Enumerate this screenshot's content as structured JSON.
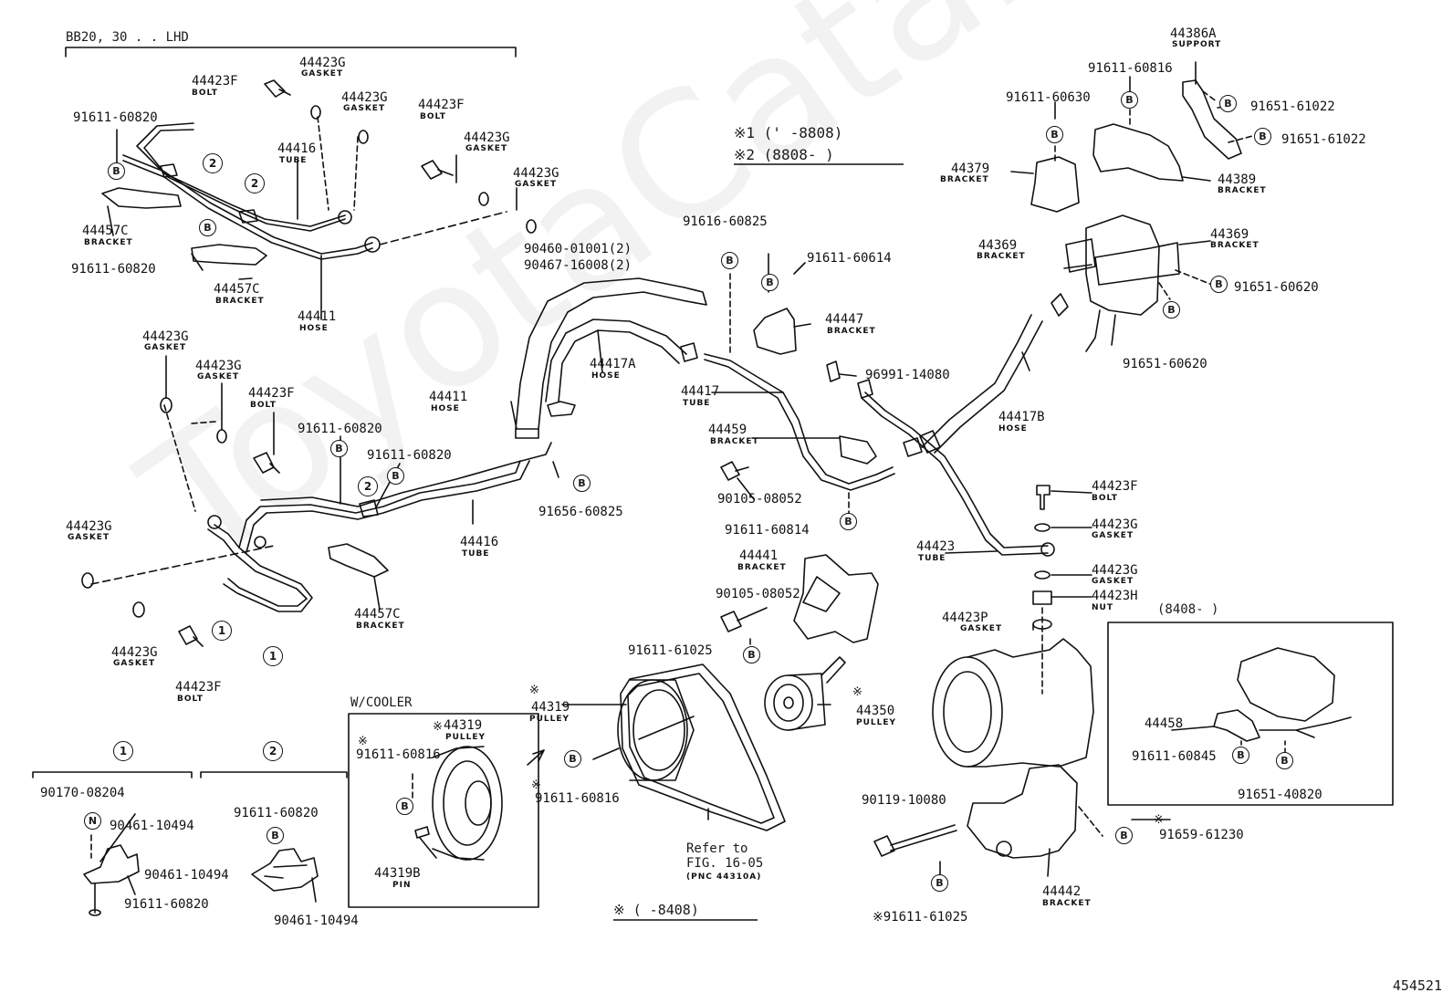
{
  "header": {
    "model_code": "BB20, 30 . . LHD",
    "note1": "※1 (' -8808)",
    "note2": "※2 (8808- )",
    "note3": "※ ( -8408)",
    "inset_title": "(8408- )",
    "cooler_title": "W/COOLER",
    "diagram_id": "454521",
    "refer_line1": "Refer to",
    "refer_line2": "FIG. 16-05",
    "refer_line3": "(PNC 44310A)"
  },
  "watermark": "ToyotaCatalog.ru",
  "labels": [
    {
      "id": "l1",
      "code": "44423F",
      "sub": "BOLT"
    },
    {
      "id": "l2",
      "code": "44423G",
      "sub": "GASKET"
    },
    {
      "id": "l3",
      "code": "44423G",
      "sub": "GASKET"
    },
    {
      "id": "l4",
      "code": "44423F",
      "sub": "BOLT"
    },
    {
      "id": "l5",
      "code": "44423G",
      "sub": "GASKET"
    },
    {
      "id": "l6",
      "code": "44423G",
      "sub": "GASKET"
    },
    {
      "id": "l7",
      "code": "91611-60820",
      "sub": ""
    },
    {
      "id": "l8",
      "code": "44416",
      "sub": "TUBE"
    },
    {
      "id": "l9",
      "code": "44457C",
      "sub": "BRACKET"
    },
    {
      "id": "l10",
      "code": "91611-60820",
      "sub": ""
    },
    {
      "id": "l11",
      "code": "44457C",
      "sub": "BRACKET"
    },
    {
      "id": "l12",
      "code": "44411",
      "sub": "HOSE"
    },
    {
      "id": "l13",
      "code": "44423G",
      "sub": "GASKET"
    },
    {
      "id": "l14",
      "code": "44423G",
      "sub": "GASKET"
    },
    {
      "id": "l15",
      "code": "44423F",
      "sub": "BOLT"
    },
    {
      "id": "l16",
      "code": "91611-60820",
      "sub": ""
    },
    {
      "id": "l17",
      "code": "91611-60820",
      "sub": ""
    },
    {
      "id": "l18",
      "code": "44423G",
      "sub": "GASKET"
    },
    {
      "id": "l19",
      "code": "44416",
      "sub": "TUBE"
    },
    {
      "id": "l20",
      "code": "44457C",
      "sub": "BRACKET"
    },
    {
      "id": "l21",
      "code": "44423G",
      "sub": "GASKET"
    },
    {
      "id": "l22",
      "code": "44423F",
      "sub": "BOLT"
    },
    {
      "id": "l23",
      "code": "90460-01001(2)",
      "sub": ""
    },
    {
      "id": "l24",
      "code": "90467-16008(2)",
      "sub": ""
    },
    {
      "id": "l25",
      "code": "44411",
      "sub": "HOSE"
    },
    {
      "id": "l26",
      "code": "44417A",
      "sub": "HOSE"
    },
    {
      "id": "l27",
      "code": "91656-60825",
      "sub": ""
    },
    {
      "id": "l28",
      "code": "91616-60825",
      "sub": ""
    },
    {
      "id": "l29",
      "code": "91611-60614",
      "sub": ""
    },
    {
      "id": "l30",
      "code": "44447",
      "sub": "BRACKET"
    },
    {
      "id": "l31",
      "code": "96991-14080",
      "sub": ""
    },
    {
      "id": "l32",
      "code": "44417",
      "sub": "TUBE"
    },
    {
      "id": "l33",
      "code": "44459",
      "sub": "BRACKET"
    },
    {
      "id": "l34",
      "code": "90105-08052",
      "sub": ""
    },
    {
      "id": "l35",
      "code": "91611-60814",
      "sub": ""
    },
    {
      "id": "l36",
      "code": "44441",
      "sub": "BRACKET"
    },
    {
      "id": "l37",
      "code": "90105-08052",
      "sub": ""
    },
    {
      "id": "l38",
      "code": "91611-61025",
      "sub": ""
    },
    {
      "id": "l39",
      "code": "44350",
      "sub": "PULLEY"
    },
    {
      "id": "l40",
      "code": "44319",
      "sub": "PULLEY"
    },
    {
      "id": "l41",
      "code": "91611-60816",
      "sub": ""
    },
    {
      "id": "l42",
      "code": "44319",
      "sub": "PULLEY"
    },
    {
      "id": "l43",
      "code": "91611-60816",
      "sub": ""
    },
    {
      "id": "l44",
      "code": "44319B",
      "sub": "PIN"
    },
    {
      "id": "l45",
      "code": "44386A",
      "sub": "SUPPORT"
    },
    {
      "id": "l46",
      "code": "91611-60816",
      "sub": ""
    },
    {
      "id": "l47",
      "code": "91611-60630",
      "sub": ""
    },
    {
      "id": "l48",
      "code": "91651-61022",
      "sub": ""
    },
    {
      "id": "l49",
      "code": "91651-61022",
      "sub": ""
    },
    {
      "id": "l50",
      "code": "44379",
      "sub": "BRACKET"
    },
    {
      "id": "l51",
      "code": "44389",
      "sub": "BRACKET"
    },
    {
      "id": "l52",
      "code": "44369",
      "sub": "BRACKET"
    },
    {
      "id": "l53",
      "code": "44369",
      "sub": "BRACKET"
    },
    {
      "id": "l54",
      "code": "91651-60620",
      "sub": ""
    },
    {
      "id": "l55",
      "code": "91651-60620",
      "sub": ""
    },
    {
      "id": "l56",
      "code": "44417B",
      "sub": "HOSE"
    },
    {
      "id": "l57",
      "code": "44423F",
      "sub": "BOLT"
    },
    {
      "id": "l58",
      "code": "44423G",
      "sub": "GASKET"
    },
    {
      "id": "l59",
      "code": "44423",
      "sub": "TUBE"
    },
    {
      "id": "l60",
      "code": "44423G",
      "sub": "GASKET"
    },
    {
      "id": "l61",
      "code": "44423H",
      "sub": "NUT"
    },
    {
      "id": "l62",
      "code": "44423P",
      "sub": "GASKET"
    },
    {
      "id": "l63",
      "code": "44458",
      "sub": ""
    },
    {
      "id": "l64",
      "code": "91611-60845",
      "sub": ""
    },
    {
      "id": "l65",
      "code": "91651-40820",
      "sub": ""
    },
    {
      "id": "l66",
      "code": "91659-61230",
      "sub": ""
    },
    {
      "id": "l67",
      "code": "90119-10080",
      "sub": ""
    },
    {
      "id": "l68",
      "code": "44442",
      "sub": "BRACKET"
    },
    {
      "id": "l69",
      "code": "※91611-61025",
      "sub": ""
    },
    {
      "id": "l70",
      "code": "90170-08204",
      "sub": ""
    },
    {
      "id": "l71",
      "code": "90461-10494",
      "sub": ""
    },
    {
      "id": "l72",
      "code": "90461-10494",
      "sub": ""
    },
    {
      "id": "l73",
      "code": "91611-60820",
      "sub": ""
    },
    {
      "id": "l74",
      "code": "91611-60820",
      "sub": ""
    },
    {
      "id": "l75",
      "code": "90461-10494",
      "sub": ""
    }
  ],
  "callouts": {
    "one": "1",
    "two": "2",
    "b": "B",
    "n": "N",
    "star": "※"
  }
}
